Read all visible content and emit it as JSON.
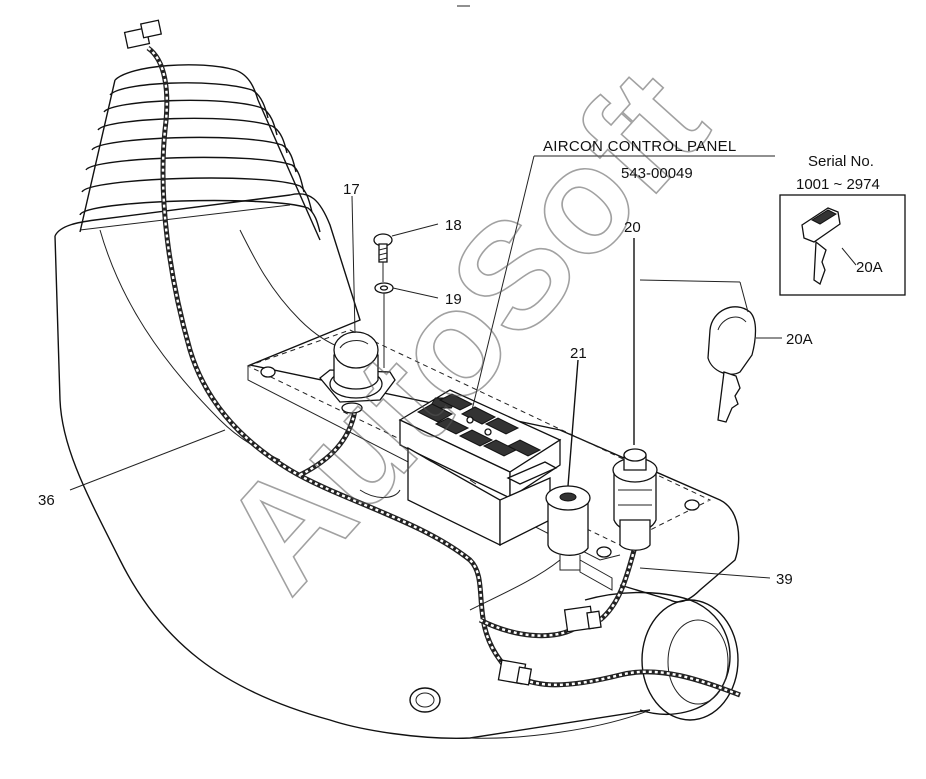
{
  "labels": {
    "aircon_title": "AIRCON CONTROL PANEL",
    "aircon_part_no": "543-00049",
    "serial_heading": "Serial No.",
    "serial_range": "1001 ~ 2974",
    "p17": "17",
    "p18": "18",
    "p19": "19",
    "p20": "20",
    "p20a_inset": "20A",
    "p20a": "20A",
    "p21": "21",
    "p36": "36",
    "p39": "39"
  },
  "watermark": "AutoSoft",
  "colors": {
    "line": "#111111",
    "background": "#ffffff",
    "watermark": "#555555"
  }
}
